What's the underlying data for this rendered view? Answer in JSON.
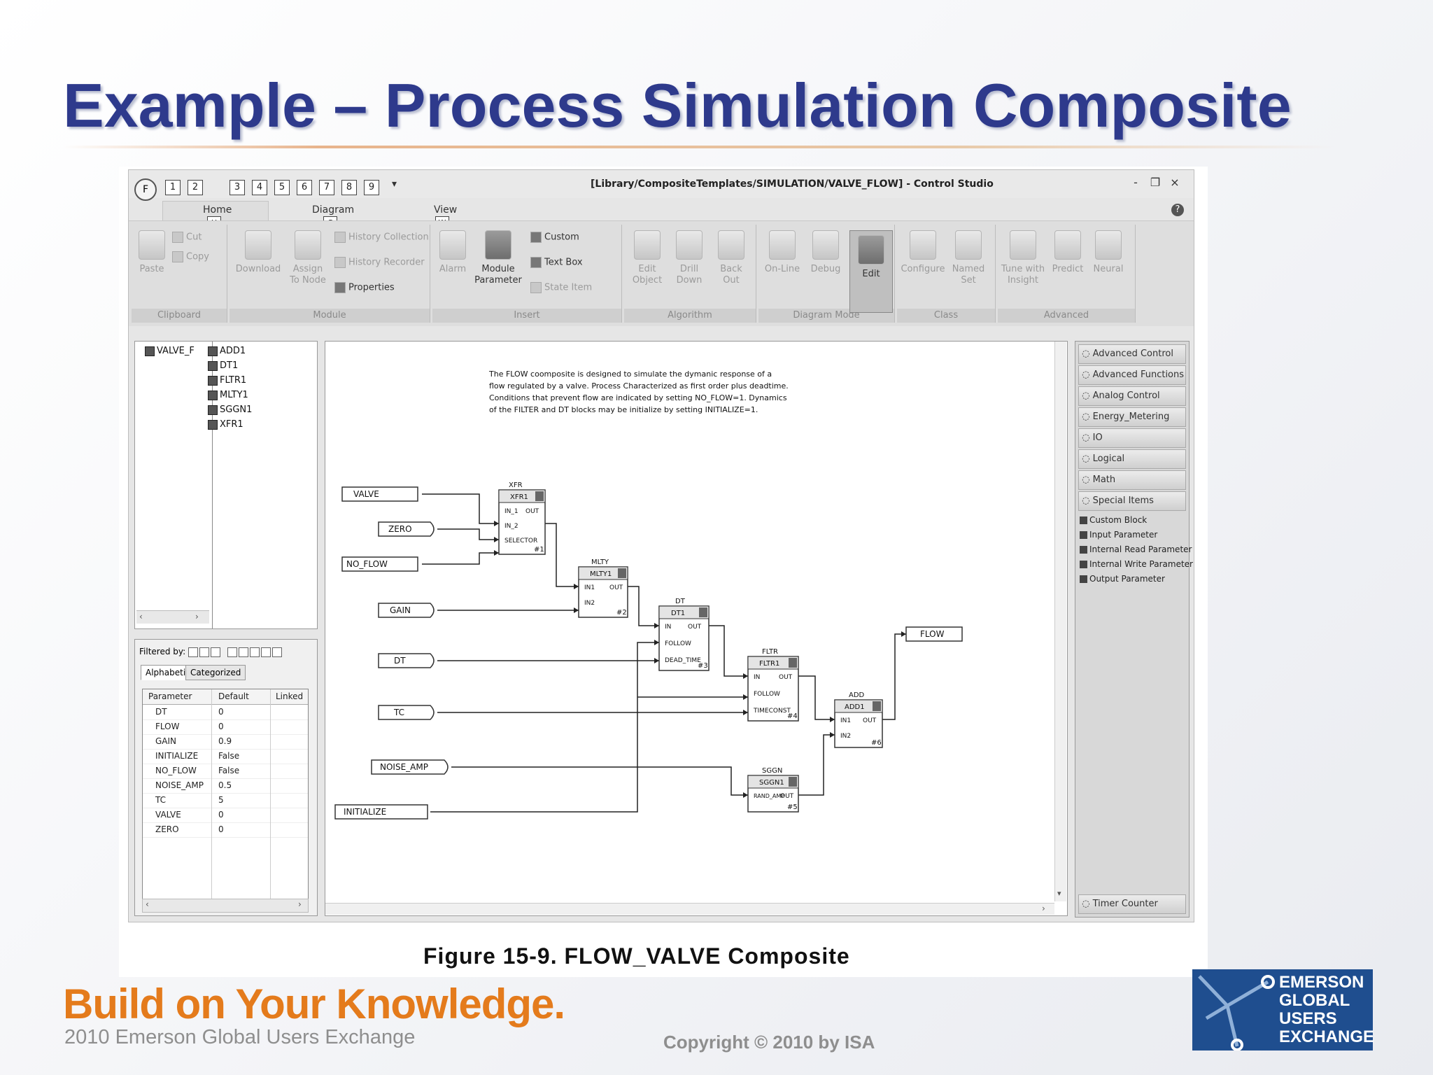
{
  "slide": {
    "title": "Example – Process Simulation Composite",
    "figure_caption": "Figure 15-9. FLOW_VALVE Composite",
    "slogan": "Build on Your Knowledge.",
    "event": "2010 Emerson Global Users Exchange",
    "copyright": "Copyright © 2010 by ISA",
    "logo_lines": [
      "EMERSON",
      "GLOBAL",
      "USERS",
      "EXCHANGE"
    ],
    "colors": {
      "title": "#2e3a8c",
      "slogan": "#e47b1c",
      "logo_bg": "#1f4e8f"
    }
  },
  "app": {
    "window_title": "[Library/CompositeTemplates/SIMULATION/VALVE_FLOW] - Control Studio",
    "orb_key": "F",
    "quick_access_keys": [
      "1",
      "2",
      "3",
      "4",
      "5",
      "6",
      "7",
      "8",
      "9"
    ],
    "window_buttons": {
      "minimize": "-",
      "restore": "❐",
      "close": "×"
    },
    "help_icon": "?",
    "tabs": [
      {
        "label": "Home",
        "key": "H"
      },
      {
        "label": "Diagram",
        "key": "G"
      },
      {
        "label": "View",
        "key": "W"
      }
    ],
    "ribbon": {
      "clipboard": {
        "label": "Clipboard",
        "paste": "Paste",
        "cut": "Cut",
        "copy": "Copy"
      },
      "module": {
        "label": "Module",
        "download": "Download",
        "assign_line1": "Assign",
        "assign_line2": "To Node",
        "history_collection": "History Collection",
        "history_recorder": "History Recorder",
        "properties": "Properties"
      },
      "insert": {
        "label": "Insert",
        "alarm": "Alarm",
        "module_param_line1": "Module",
        "module_param_line2": "Parameter",
        "custom": "Custom",
        "text_box": "Text Box",
        "state_item": "State Item"
      },
      "algorithm": {
        "label": "Algorithm",
        "edit_object_line1": "Edit",
        "edit_object_line2": "Object",
        "drill_down_line1": "Drill",
        "drill_down_line2": "Down",
        "back_out_line1": "Back",
        "back_out_line2": "Out"
      },
      "diagram_mode": {
        "label": "Diagram Mode",
        "online": "On-Line",
        "debug": "Debug",
        "edit": "Edit"
      },
      "class": {
        "label": "Class",
        "configure": "Configure",
        "named_set_line1": "Named",
        "named_set_line2": "Set"
      },
      "advanced": {
        "label": "Advanced",
        "tune_line1": "Tune with",
        "tune_line2": "Insight",
        "predict": "Predict",
        "neural": "Neural"
      }
    }
  },
  "tree": {
    "root": "VALVE_F",
    "blocks": [
      "ADD1",
      "DT1",
      "FLTR1",
      "MLTY1",
      "SGGN1",
      "XFR1"
    ]
  },
  "params": {
    "filtered_by": "Filtered by:",
    "tabs": [
      "Alphabetic",
      "Categorized"
    ],
    "headers": [
      "Parameter",
      "Default",
      "Linked"
    ],
    "rows": [
      [
        "DT",
        "0"
      ],
      [
        "FLOW",
        "0"
      ],
      [
        "GAIN",
        "0.9"
      ],
      [
        "INITIALIZE",
        "False"
      ],
      [
        "NO_FLOW",
        "False"
      ],
      [
        "NOISE_AMP",
        "0.5"
      ],
      [
        "TC",
        "5"
      ],
      [
        "VALVE",
        "0"
      ],
      [
        "ZERO",
        "0"
      ]
    ]
  },
  "diagram": {
    "description": [
      "The FLOW coomposite is designed to simulate the dymanic response of a",
      "flow regulated by a valve.  Process Characterized as first order plus deadtime.",
      "Conditions that prevent flow are indicated by setting NO_FLOW=1.   Dynamics",
      "of the FILTER and DT blocks may be initialize by setting INITIALIZE=1."
    ],
    "inputs": [
      "VALVE",
      "ZERO",
      "NO_FLOW",
      "GAIN",
      "DT",
      "TC",
      "NOISE_AMP",
      "INITIALIZE"
    ],
    "output": "FLOW",
    "blocks": {
      "xfr": {
        "type": "XFR",
        "name": "XFR1",
        "num": "#1",
        "pins": [
          "IN_1",
          "OUT",
          "IN_2",
          "SELECTOR"
        ]
      },
      "mlty": {
        "type": "MLTY",
        "name": "MLTY1",
        "num": "#2",
        "pins": [
          "IN1",
          "OUT",
          "IN2"
        ]
      },
      "dt": {
        "type": "DT",
        "name": "DT1",
        "num": "#3",
        "pins": [
          "IN",
          "OUT",
          "FOLLOW",
          "DEAD_TIME"
        ]
      },
      "fltr": {
        "type": "FLTR",
        "name": "FLTR1",
        "num": "#4",
        "pins": [
          "IN",
          "OUT",
          "FOLLOW",
          "TIMECONST"
        ]
      },
      "sggn": {
        "type": "SGGN",
        "name": "SGGN1",
        "num": "#5",
        "pins": [
          "RAND_AMP",
          "OUT"
        ]
      },
      "add": {
        "type": "ADD",
        "name": "ADD1",
        "num": "#6",
        "pins": [
          "IN1",
          "OUT",
          "IN2"
        ]
      }
    }
  },
  "library": {
    "palettes": [
      "Advanced Control",
      "Advanced Functions",
      "Analog Control",
      "Energy_Metering",
      "IO",
      "Logical",
      "Math",
      "Special Items"
    ],
    "special_items": [
      "Custom Block",
      "Input Parameter",
      "Internal Read Parameter",
      "Internal Write Parameter",
      "Output Parameter"
    ],
    "bottom_palette": "Timer Counter"
  }
}
